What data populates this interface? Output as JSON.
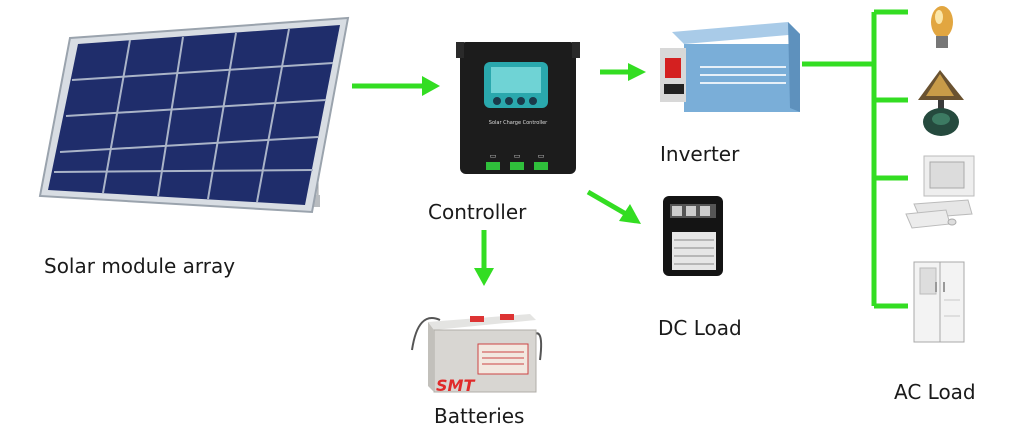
{
  "labels": {
    "solar": "Solar module array",
    "controller": "Controller",
    "inverter": "Inverter",
    "dc_load": "DC Load",
    "batteries": "Batteries",
    "ac_load": "AC Load"
  },
  "device_text": {
    "controller_face": "Solar Charge Controller",
    "battery_logo": "SMT"
  },
  "colors": {
    "arrow": "#33dd22",
    "panel_cell": "#1f2d6b",
    "controller_body": "#1c1c1c",
    "lcd": "#39c6c9",
    "inverter_body": "#7aaed8"
  }
}
